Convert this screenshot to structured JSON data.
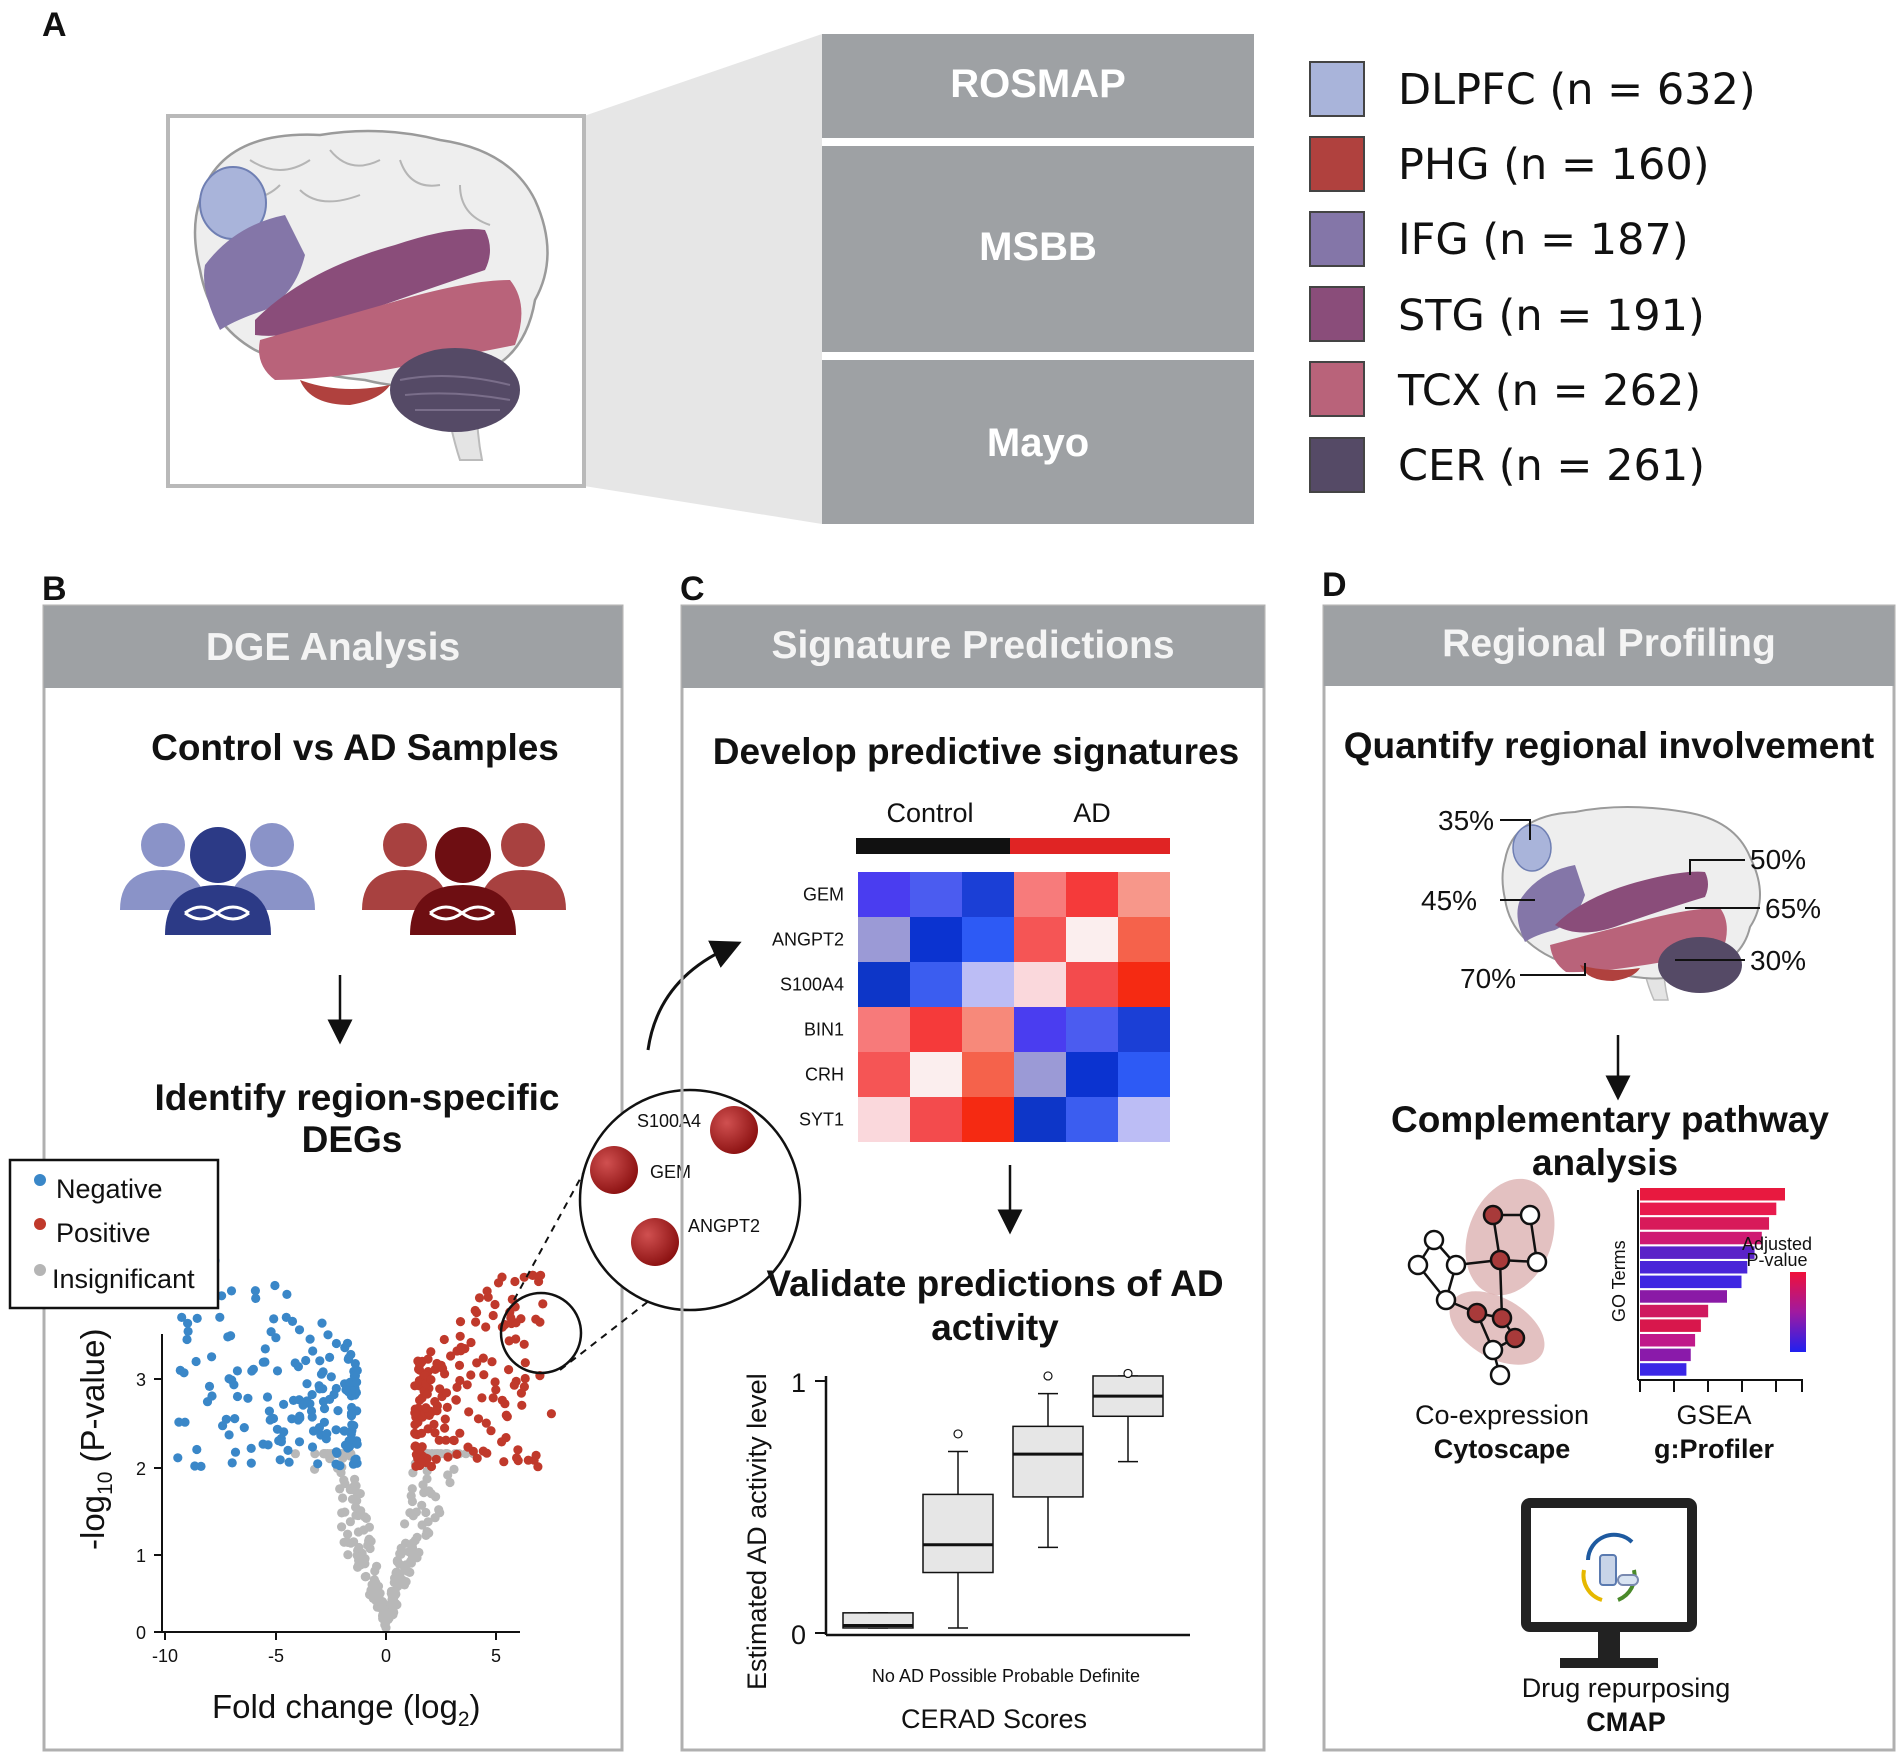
{
  "panels": {
    "a": "A",
    "b": "B",
    "c": "C",
    "d": "D"
  },
  "panel_a": {
    "databases": [
      "ROSMAP",
      "MSBB",
      "Mayo"
    ],
    "legend": [
      {
        "label": "DLPFC (n = 632)",
        "color": "#a9b4da"
      },
      {
        "label": "PHG (n = 160)",
        "color": "#b0413e"
      },
      {
        "label": "IFG (n = 187)",
        "color": "#8476a8"
      },
      {
        "label": "STG (n = 191)",
        "color": "#8a4d7a"
      },
      {
        "label": "TCX (n  = 262)",
        "color": "#b9637a"
      },
      {
        "label": "CER (n = 261)",
        "color": "#554a66"
      }
    ]
  },
  "panel_b": {
    "header": "DGE Analysis",
    "title": "Control vs AD Samples",
    "subtitle_line1": "Identify region-specific",
    "subtitle_line2": "DEGs",
    "legend": {
      "negative": "Negative",
      "positive": "Positive",
      "insignificant": "Insignificant"
    },
    "zoom_genes": [
      "S100A4",
      "GEM",
      "ANGPT2"
    ],
    "volcano": {
      "x_ticks": [
        "-10",
        "-5",
        "0",
        "5"
      ],
      "y_ticks": [
        "0",
        "1",
        "2",
        "3"
      ],
      "xlabel": "Fold change (log",
      "xlabel_sub": "2",
      "xlabel_end": ")",
      "ylabel_pre": "-log",
      "ylabel_sub": "10",
      "ylabel_post": " (P-value)"
    }
  },
  "panel_c": {
    "header": "Signature Predictions",
    "title": "Develop predictive signatures",
    "group_control": "Control",
    "group_ad": "AD",
    "validate_line1": "Validate predictions of AD",
    "validate_line2": "activity",
    "box_ylabel": "Estimated AD activity level",
    "box_xlabel": "CERAD Scores",
    "box_categories": "No AD Possible Probable Definite",
    "box_yticks": [
      "0",
      "1"
    ]
  },
  "panel_d": {
    "header": "Regional Profiling",
    "title": "Quantify regional involvement",
    "percents": [
      "35%",
      "45%",
      "70%",
      "50%",
      "65%",
      "30%"
    ],
    "pathway_line1": "Complementary pathway",
    "pathway_line2": "analysis",
    "go_terms": "GO Terms",
    "adj_line1": "Adjusted",
    "adj_line2": "P-value",
    "coexp": "Co-expression",
    "cytoscape": "Cytoscape",
    "gsea": "GSEA",
    "gprofiler": "g:Profiler",
    "drug": "Drug repurposing",
    "cmap": "CMAP"
  },
  "chart_data": [
    {
      "type": "heatmap",
      "rows": [
        "GEM",
        "ANGPT2",
        "S100A4",
        "BIN1",
        "CRH",
        "SYT1"
      ],
      "column_groups": [
        {
          "name": "Control",
          "columns": 3
        },
        {
          "name": "AD",
          "columns": 3
        }
      ],
      "cell_colors": [
        [
          "#4a3df0",
          "#4b5cf0",
          "#1b3fd6",
          "#f77b7b",
          "#f53a3a",
          "#f7978a"
        ],
        [
          "#9b9ad6",
          "#0b33d0",
          "#2d5af5",
          "#f55555",
          "#fbeeee",
          "#f5624b"
        ],
        [
          "#0d36c8",
          "#3b5df0",
          "#bcbdf5",
          "#fad8dc",
          "#f34b4d",
          "#f52a12"
        ],
        [
          "#f77a7a",
          "#f53a3a",
          "#f7897a",
          "#4a3df0",
          "#4b5cf0",
          "#1b3fd6"
        ],
        [
          "#f55555",
          "#fbeeee",
          "#f5624b",
          "#9b9ad6",
          "#0b33d0",
          "#2d5af5"
        ],
        [
          "#fad8dc",
          "#f34b4d",
          "#f52a12",
          "#0d36c8",
          "#3b5df0",
          "#bcbdf5"
        ]
      ]
    },
    {
      "type": "box",
      "categories": [
        "No AD",
        "Possible",
        "Probable",
        "Definite"
      ],
      "ylabel": "Estimated AD activity level",
      "xlabel": "CERAD Scores",
      "ylim": [
        0,
        1
      ],
      "boxes": [
        {
          "min": 0.02,
          "q1": 0.02,
          "median": 0.03,
          "q3": 0.08,
          "max": 0.08,
          "outliers": []
        },
        {
          "min": 0.02,
          "q1": 0.24,
          "median": 0.35,
          "q3": 0.55,
          "max": 0.72,
          "outliers": [
            0.79
          ]
        },
        {
          "min": 0.34,
          "q1": 0.54,
          "median": 0.71,
          "q3": 0.82,
          "max": 0.95,
          "outliers": [
            1.02
          ]
        },
        {
          "min": 0.68,
          "q1": 0.86,
          "median": 0.94,
          "q3": 1.02,
          "max": 1.02,
          "outliers": [
            1.03
          ]
        }
      ]
    },
    {
      "type": "bar",
      "orientation": "horizontal",
      "ylabel": "GO Terms",
      "legend_title": "Adjusted P-value",
      "values": [
        10,
        9.4,
        8.9,
        8.4,
        7.9,
        7.4,
        7.0,
        6.0,
        4.7,
        4.2,
        3.8,
        3.5,
        3.2
      ],
      "colors": [
        "#e8193f",
        "#e81b4d",
        "#d81a5a",
        "#cf1a72",
        "#5a22c8",
        "#4a25d8",
        "#3f26e2",
        "#8a1aa6",
        "#cf1a5f",
        "#d8174c",
        "#c0198a",
        "#8a1aaa",
        "#3b26e6"
      ]
    }
  ]
}
